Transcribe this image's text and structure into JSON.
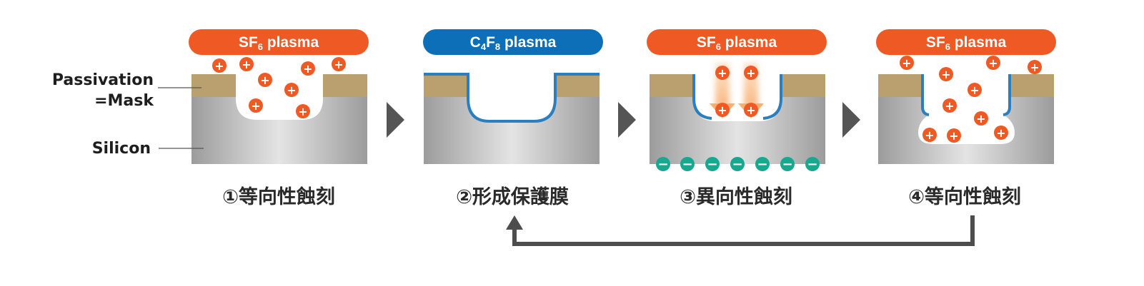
{
  "labels": {
    "passivation": "Passivation",
    "mask": "=Mask",
    "silicon": "Silicon"
  },
  "steps": [
    {
      "plasma": {
        "main": "SF",
        "sub": "6",
        "rest": " plasma"
      },
      "label": "①等向性蝕刻"
    },
    {
      "plasma": {
        "main": "C",
        "sub": "4",
        "main2": "F",
        "sub2": "8",
        "rest": " plasma"
      },
      "label": "②形成保護膜"
    },
    {
      "plasma": {
        "main": "SF",
        "sub": "6",
        "rest": " plasma"
      },
      "label": "③異向性蝕刻"
    },
    {
      "plasma": {
        "main": "SF",
        "sub": "6",
        "rest": " plasma"
      },
      "label": "④等向性蝕刻"
    }
  ],
  "symbols": {
    "plus": "+",
    "minus": "−"
  },
  "colors": {
    "sf6": "#ef5a24",
    "c4f8": "#0d6fb8",
    "mask": "#b9a06e",
    "silicon_dark": "#9e9e9e",
    "silicon_light": "#e6e6e6",
    "passivation": "#2a7fc1",
    "negative_ion": "#17a88f",
    "arrow": "#4d4d4d"
  }
}
